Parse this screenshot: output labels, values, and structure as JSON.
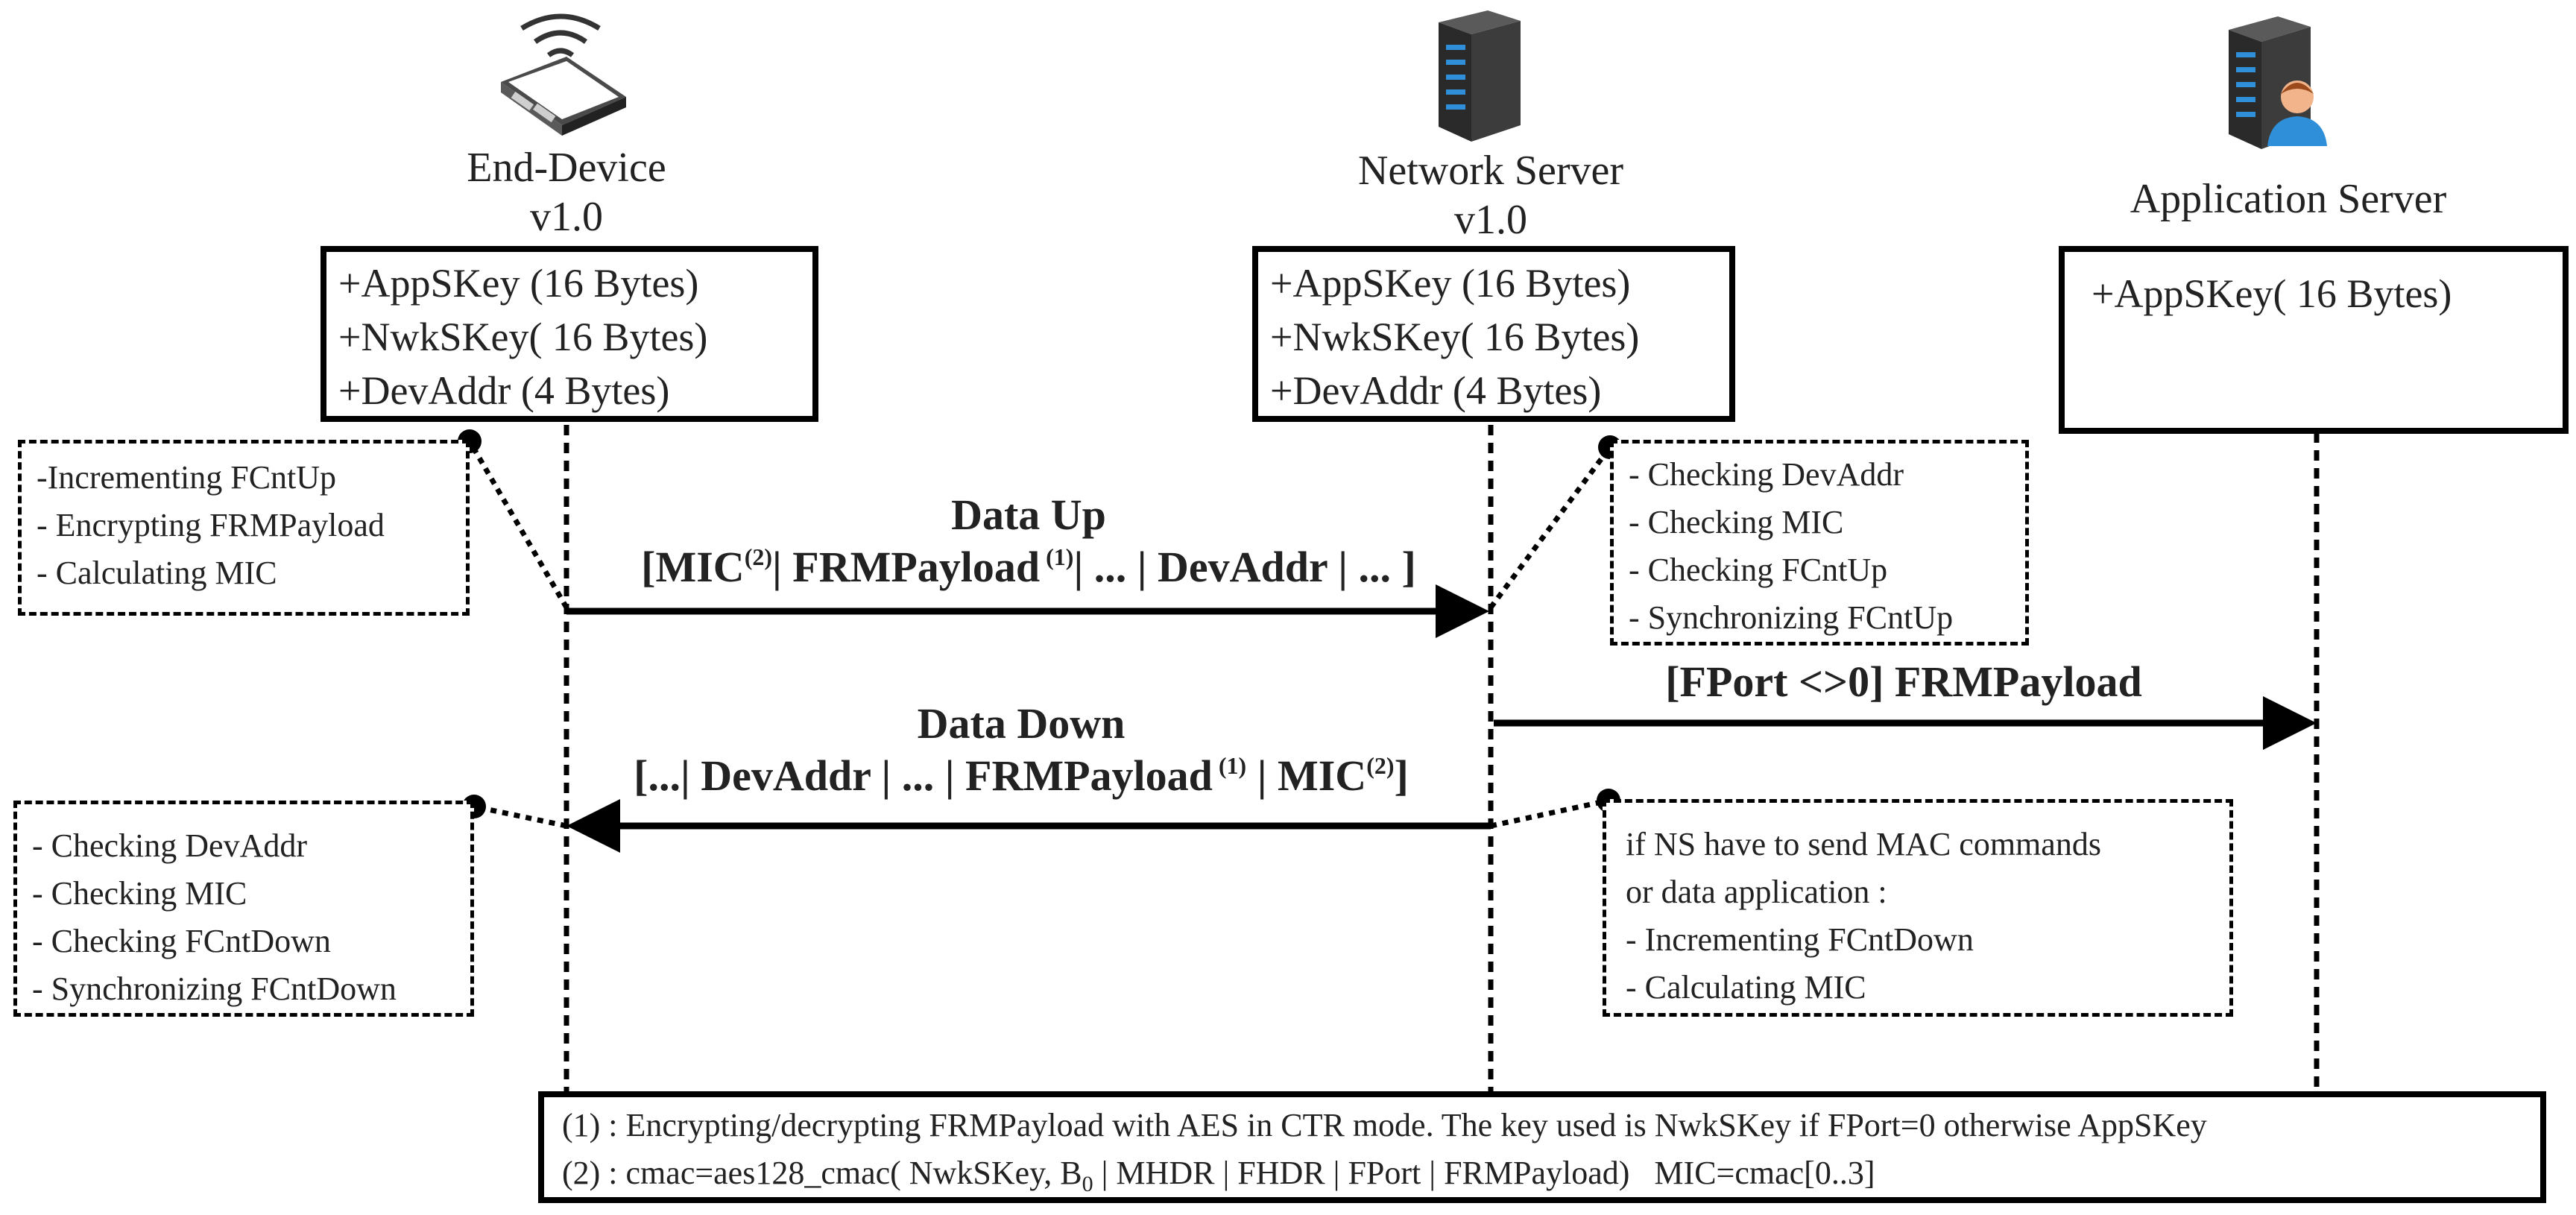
{
  "entities": {
    "end_device": {
      "name": "End-Device",
      "version": "v1.0",
      "keys": [
        "+AppSKey (16 Bytes)",
        "+NwkSKey( 16 Bytes)",
        "+DevAddr (4 Bytes)"
      ]
    },
    "network_server": {
      "name": "Network Server",
      "version": "v1.0",
      "keys": [
        "+AppSKey (16 Bytes)",
        "+NwkSKey( 16 Bytes)",
        "+DevAddr (4 Bytes)"
      ]
    },
    "application_server": {
      "name": "Application Server",
      "keys": [
        "+AppSKey( 16 Bytes)"
      ]
    }
  },
  "notes": {
    "device_up": [
      "-Incrementing FCntUp",
      "- Encrypting FRMPayload",
      "- Calculating MIC"
    ],
    "ns_up": [
      "- Checking DevAddr",
      "- Checking  MIC",
      "- Checking FCntUp",
      "- Synchronizing FCntUp"
    ],
    "device_down": [
      "- Checking DevAddr",
      "- Checking MIC",
      "- Checking FCntDown",
      "- Synchronizing FCntDown"
    ],
    "ns_down": [
      "if NS have to send MAC commands",
      "or data application :",
      "- Incrementing FCntDown",
      "- Calculating MIC"
    ]
  },
  "messages": {
    "data_up": {
      "title": "Data Up",
      "p1": "[MIC",
      "s1": "(2)",
      "p2": "| FRMPayload",
      "s2": " (1)",
      "p3": "| ... | DevAddr | ... ]"
    },
    "fport": "[FPort <>0] FRMPayload",
    "data_down": {
      "title": "Data Down",
      "p1": "[...| DevAddr | ... | FRMPayload",
      "s1": " (1)",
      "p2": " | MIC",
      "s2": "(2)",
      "p3": "]"
    }
  },
  "footnotes": {
    "line1": "(1) : Encrypting/decrypting FRMPayload with AES in CTR mode. The key used is NwkSKey if FPort=0 otherwise AppSKey",
    "line2_a": "(2) : cmac=aes128_cmac( NwkSKey, B",
    "line2_sub": "0",
    "line2_b": " | MHDR | FHDR | FPort | FRMPayload)   MIC=cmac[0..3]"
  }
}
